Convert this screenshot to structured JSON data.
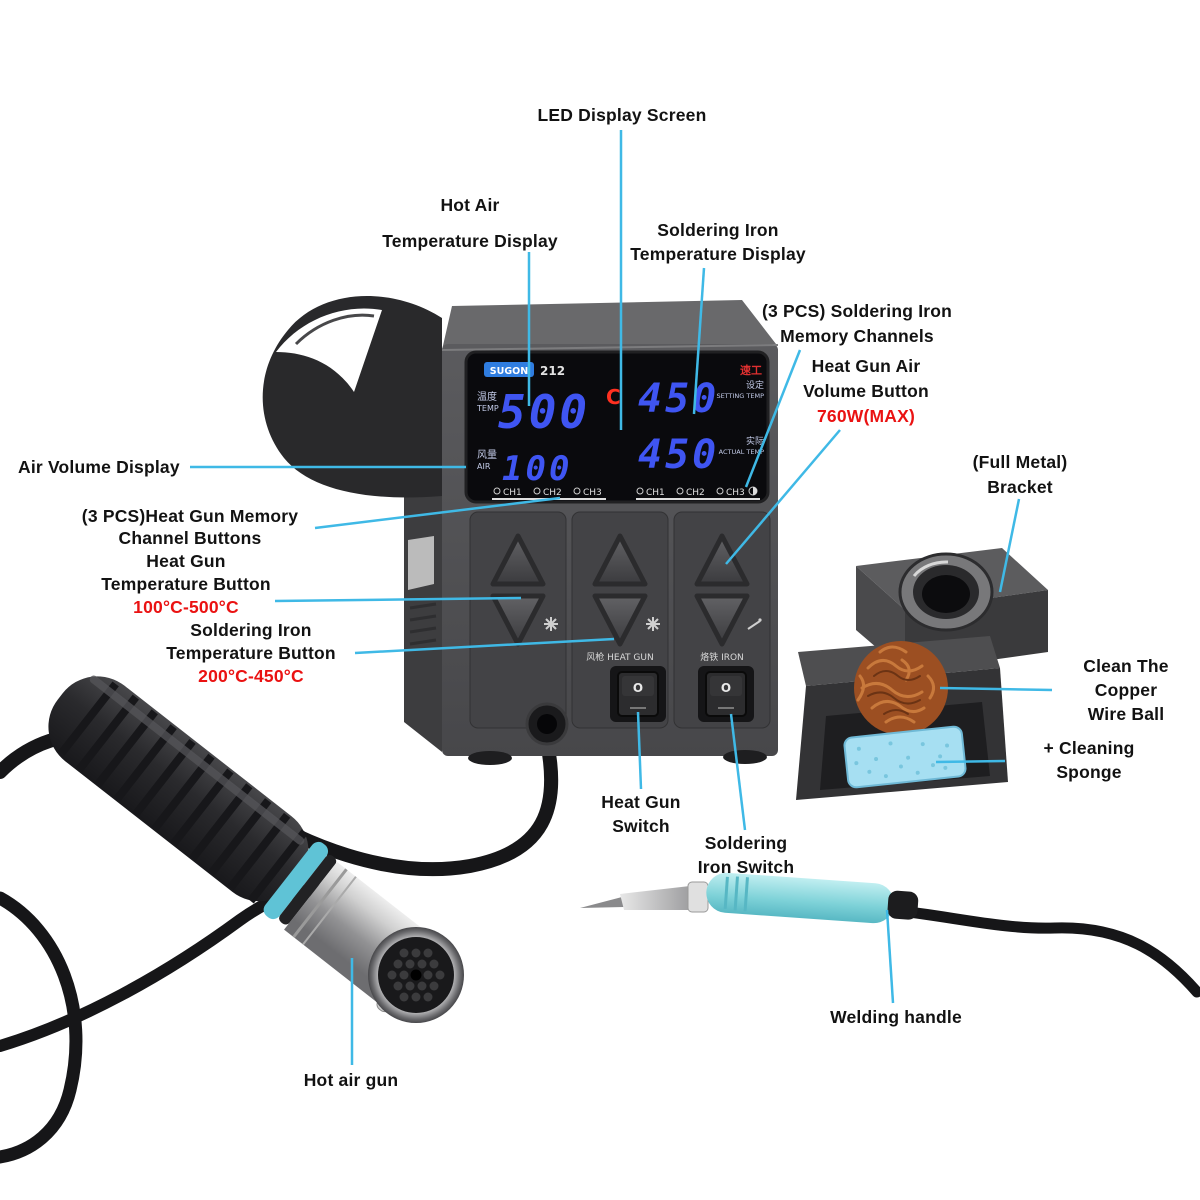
{
  "colors": {
    "leader_line": "#3fb9e6",
    "label_text": "#121212",
    "label_red": "#ea1212",
    "digit_blue": "#3f55f2",
    "digit_red": "#ff3020",
    "handle_cyan": "#7ed2d8"
  },
  "device": {
    "brand": "SUGON",
    "model": "212",
    "logo_red_text": "速工",
    "display": {
      "temp_label_cn": "温度",
      "temp_label_en": "TEMP",
      "air_label_cn": "风量",
      "air_label_en": "AIR",
      "setting_label_cn": "设定",
      "setting_label_en": "SETTING TEMP",
      "actual_label_cn": "实际",
      "actual_label_en": "ACTUAL TEMP",
      "hot_air_temp_value": "500",
      "hot_air_temp_unit": "C",
      "air_volume_value": "100",
      "iron_setting_temp": "450",
      "iron_actual_temp": "450",
      "heat_gun_channels": [
        "CH1",
        "CH2",
        "CH3"
      ],
      "iron_channels": [
        "CH1",
        "CH2",
        "CH3"
      ]
    },
    "panel": {
      "heat_gun_label": "风枪 HEAT GUN",
      "iron_label": "烙铁 IRON",
      "switch_mark": "O"
    }
  },
  "annotations": {
    "led_display": {
      "line1": "LED Display Screen"
    },
    "hot_air_temp_display": {
      "line1": "Hot Air",
      "line2": "Temperature Display"
    },
    "iron_temp_display": {
      "line1": "Soldering Iron",
      "line2": "Temperature Display"
    },
    "iron_memory_channels": {
      "line1": "(3 PCS) Soldering Iron",
      "line2": "Memory Channels"
    },
    "heat_gun_air_volume": {
      "line1": "Heat Gun Air",
      "line2": "Volume Button",
      "line3": "760W(MAX)"
    },
    "air_volume_display": {
      "line1": "Air Volume Display"
    },
    "heat_gun_memory_channels": {
      "line1": "(3 PCS)Heat Gun Memory",
      "line2": "Channel Buttons"
    },
    "heat_gun_temp_button": {
      "line1": "Heat Gun",
      "line2": "Temperature Button",
      "line3": "100°C-500°C"
    },
    "iron_temp_button": {
      "line1": "Soldering Iron",
      "line2": "Temperature Button",
      "line3": "200°C-450°C"
    },
    "full_metal_bracket": {
      "line1": "(Full Metal)",
      "line2": "Bracket"
    },
    "copper_wire_ball": {
      "line1": "Clean The",
      "line2": "Copper",
      "line3": "Wire Ball"
    },
    "cleaning_sponge": {
      "line1": "+ Cleaning",
      "line2": "Sponge"
    },
    "heat_gun_switch": {
      "line1": "Heat Gun",
      "line2": "Switch"
    },
    "iron_switch": {
      "line1": "Soldering",
      "line2": "Iron Switch"
    },
    "welding_handle": {
      "line1": "Welding handle"
    },
    "hot_air_gun": {
      "line1": "Hot air gun"
    }
  }
}
